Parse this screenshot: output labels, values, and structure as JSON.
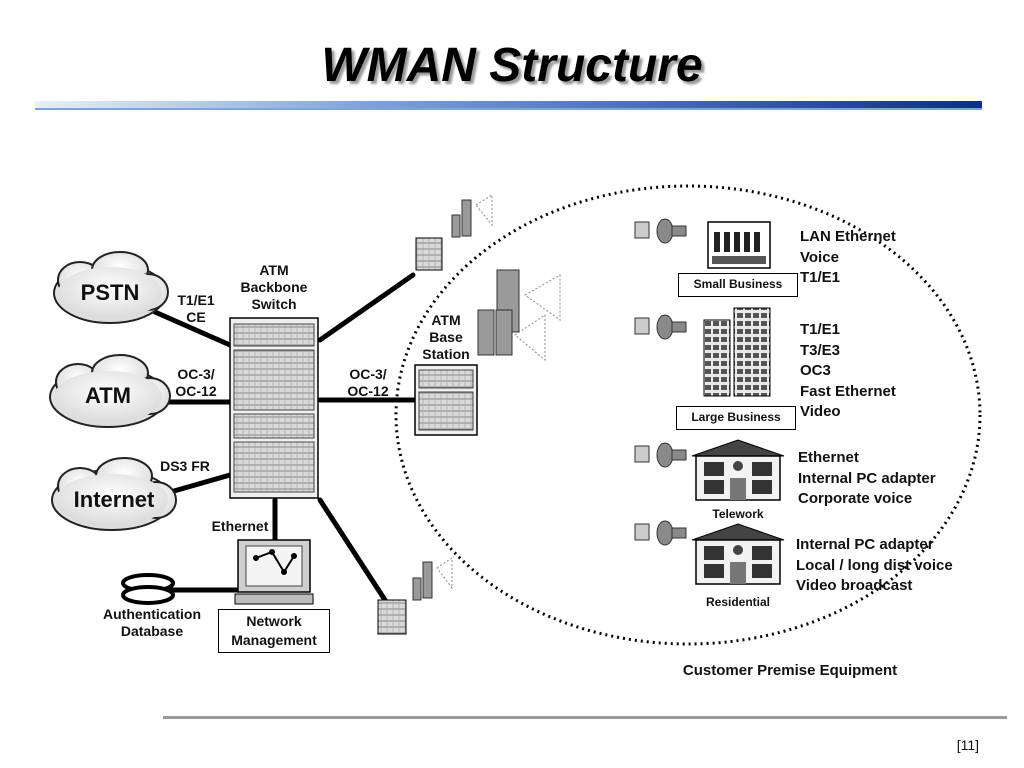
{
  "slide": {
    "title": "WMAN Structure",
    "page_number": "[11]"
  },
  "diagram": {
    "clouds": {
      "pstn": "PSTN",
      "atm": "ATM",
      "internet": "Internet"
    },
    "links": {
      "pstn_link": [
        "T1/E1",
        "CE"
      ],
      "atm_link": [
        "OC-3/",
        "OC-12"
      ],
      "internet_link": "DS3 FR",
      "base_station_link": [
        "OC-3/",
        "OC-12"
      ],
      "management_link": "Ethernet"
    },
    "atm_switch": [
      "ATM",
      "Backbone",
      "Switch"
    ],
    "base_station": [
      "ATM",
      "Base",
      "Station"
    ],
    "authentication_db": [
      "Authentication",
      "Database"
    ],
    "network_management": [
      "Network",
      "Management"
    ],
    "customer_premise_label": "Customer Premise Equipment",
    "customers": {
      "small_business": {
        "label": "Small Business",
        "services": [
          "LAN Ethernet",
          "Voice",
          "T1/E1"
        ]
      },
      "large_business": {
        "label": "Large Business",
        "services": [
          "T1/E1",
          "T3/E3",
          "OC3",
          "Fast Ethernet",
          "Video"
        ]
      },
      "telework": {
        "label": "Telework",
        "services": [
          "Ethernet",
          "Internal PC adapter",
          "Corporate voice"
        ]
      },
      "residential": {
        "label": "Residential",
        "services": [
          "Internal PC adapter",
          "Local / long dist voice",
          "Video broadcast"
        ]
      }
    }
  }
}
